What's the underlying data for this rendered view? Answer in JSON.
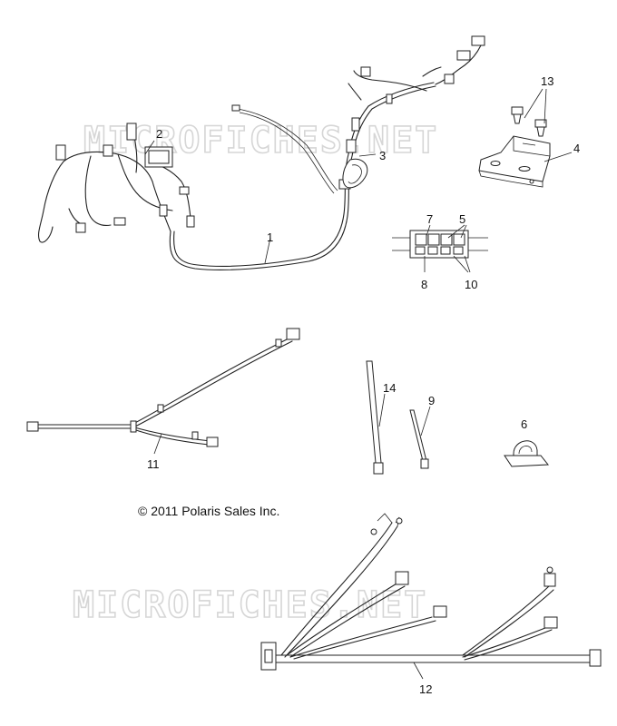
{
  "watermark": {
    "text": "MICROFICHES.NET"
  },
  "copyright": "© 2011 Polaris Sales Inc.",
  "callouts": [
    "1",
    "2",
    "3",
    "4",
    "5",
    "6",
    "7",
    "8",
    "9",
    "10",
    "11",
    "12",
    "13",
    "14"
  ],
  "colors": {
    "line": "#222222",
    "watermark": "#d6d6d6",
    "background": "#ffffff"
  }
}
